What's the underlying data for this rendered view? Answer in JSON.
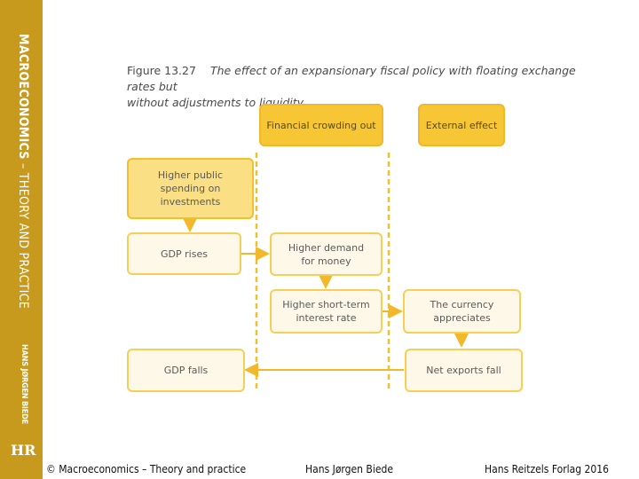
{
  "sidebar": {
    "book_title": "MACROECONOMICS",
    "book_subtitle": " – THEORY AND PRACTICE",
    "author": "HANS JØRGEN BIEDE",
    "logo": "HR"
  },
  "figure": {
    "number": "Figure 13.27",
    "caption_line1": "The effect of an expansionary fiscal policy with floating exchange rates but",
    "caption_line2": "without adjustments to liquidity"
  },
  "diagram": {
    "headers": {
      "financial": "Financial crowding out",
      "external": "External effect"
    },
    "nodes": {
      "public_spending": [
        "Higher public",
        "spending on",
        "investments"
      ],
      "gdp_rises": "GDP rises",
      "money_demand": [
        "Higher demand",
        "for money"
      ],
      "interest_rate": [
        "Higher short-term",
        "interest rate"
      ],
      "currency": [
        "The currency",
        "appreciates"
      ],
      "net_exports": "Net exports fall",
      "gdp_falls": "GDP falls"
    },
    "colors": {
      "accent": "#f6c635",
      "box_border": "#f6cf55",
      "box_fill": "#fdf8e8",
      "sidebar": "#c79a1e"
    }
  },
  "footer": {
    "left": "© Macroeconomics – Theory and practice",
    "center": "Hans Jørgen Biede",
    "right": "Hans Reitzels Forlag 2016"
  }
}
